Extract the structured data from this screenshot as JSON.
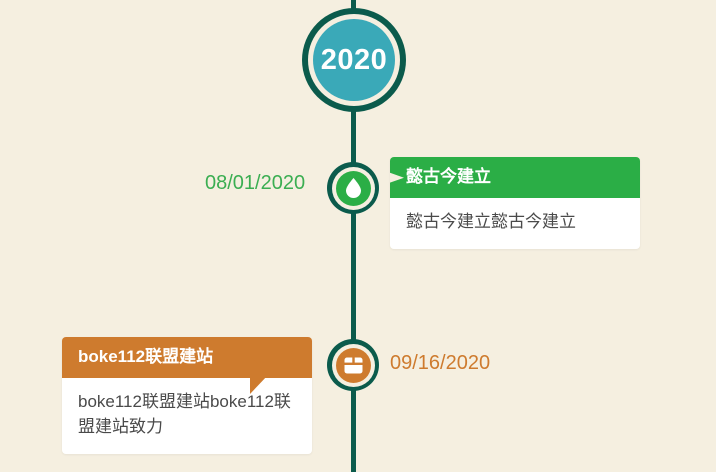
{
  "theme": {
    "background": "#f5efe0",
    "spine_color": "#0b5b4c",
    "year_circle_color": "#3aa9b8",
    "card_body_background": "#ffffff",
    "body_text_color": "#4a4a4a"
  },
  "timeline": {
    "year_marker": {
      "label": "2020",
      "icon": "year-circle"
    },
    "events": [
      {
        "id": "event-1",
        "side": "right",
        "accent_color": "#2bae46",
        "date": "08/01/2020",
        "date_color": "#3bae52",
        "icon": "water-drop-icon",
        "title": "懿古今建立",
        "body": "懿古今建立懿古今建立"
      },
      {
        "id": "event-2",
        "side": "left",
        "accent_color": "#ce7b2e",
        "date": "09/16/2020",
        "date_color": "#ce7b2e",
        "icon": "package-box-icon",
        "title": "boke112联盟建站",
        "body": "boke112联盟建站boke112联盟建站致力"
      }
    ]
  }
}
